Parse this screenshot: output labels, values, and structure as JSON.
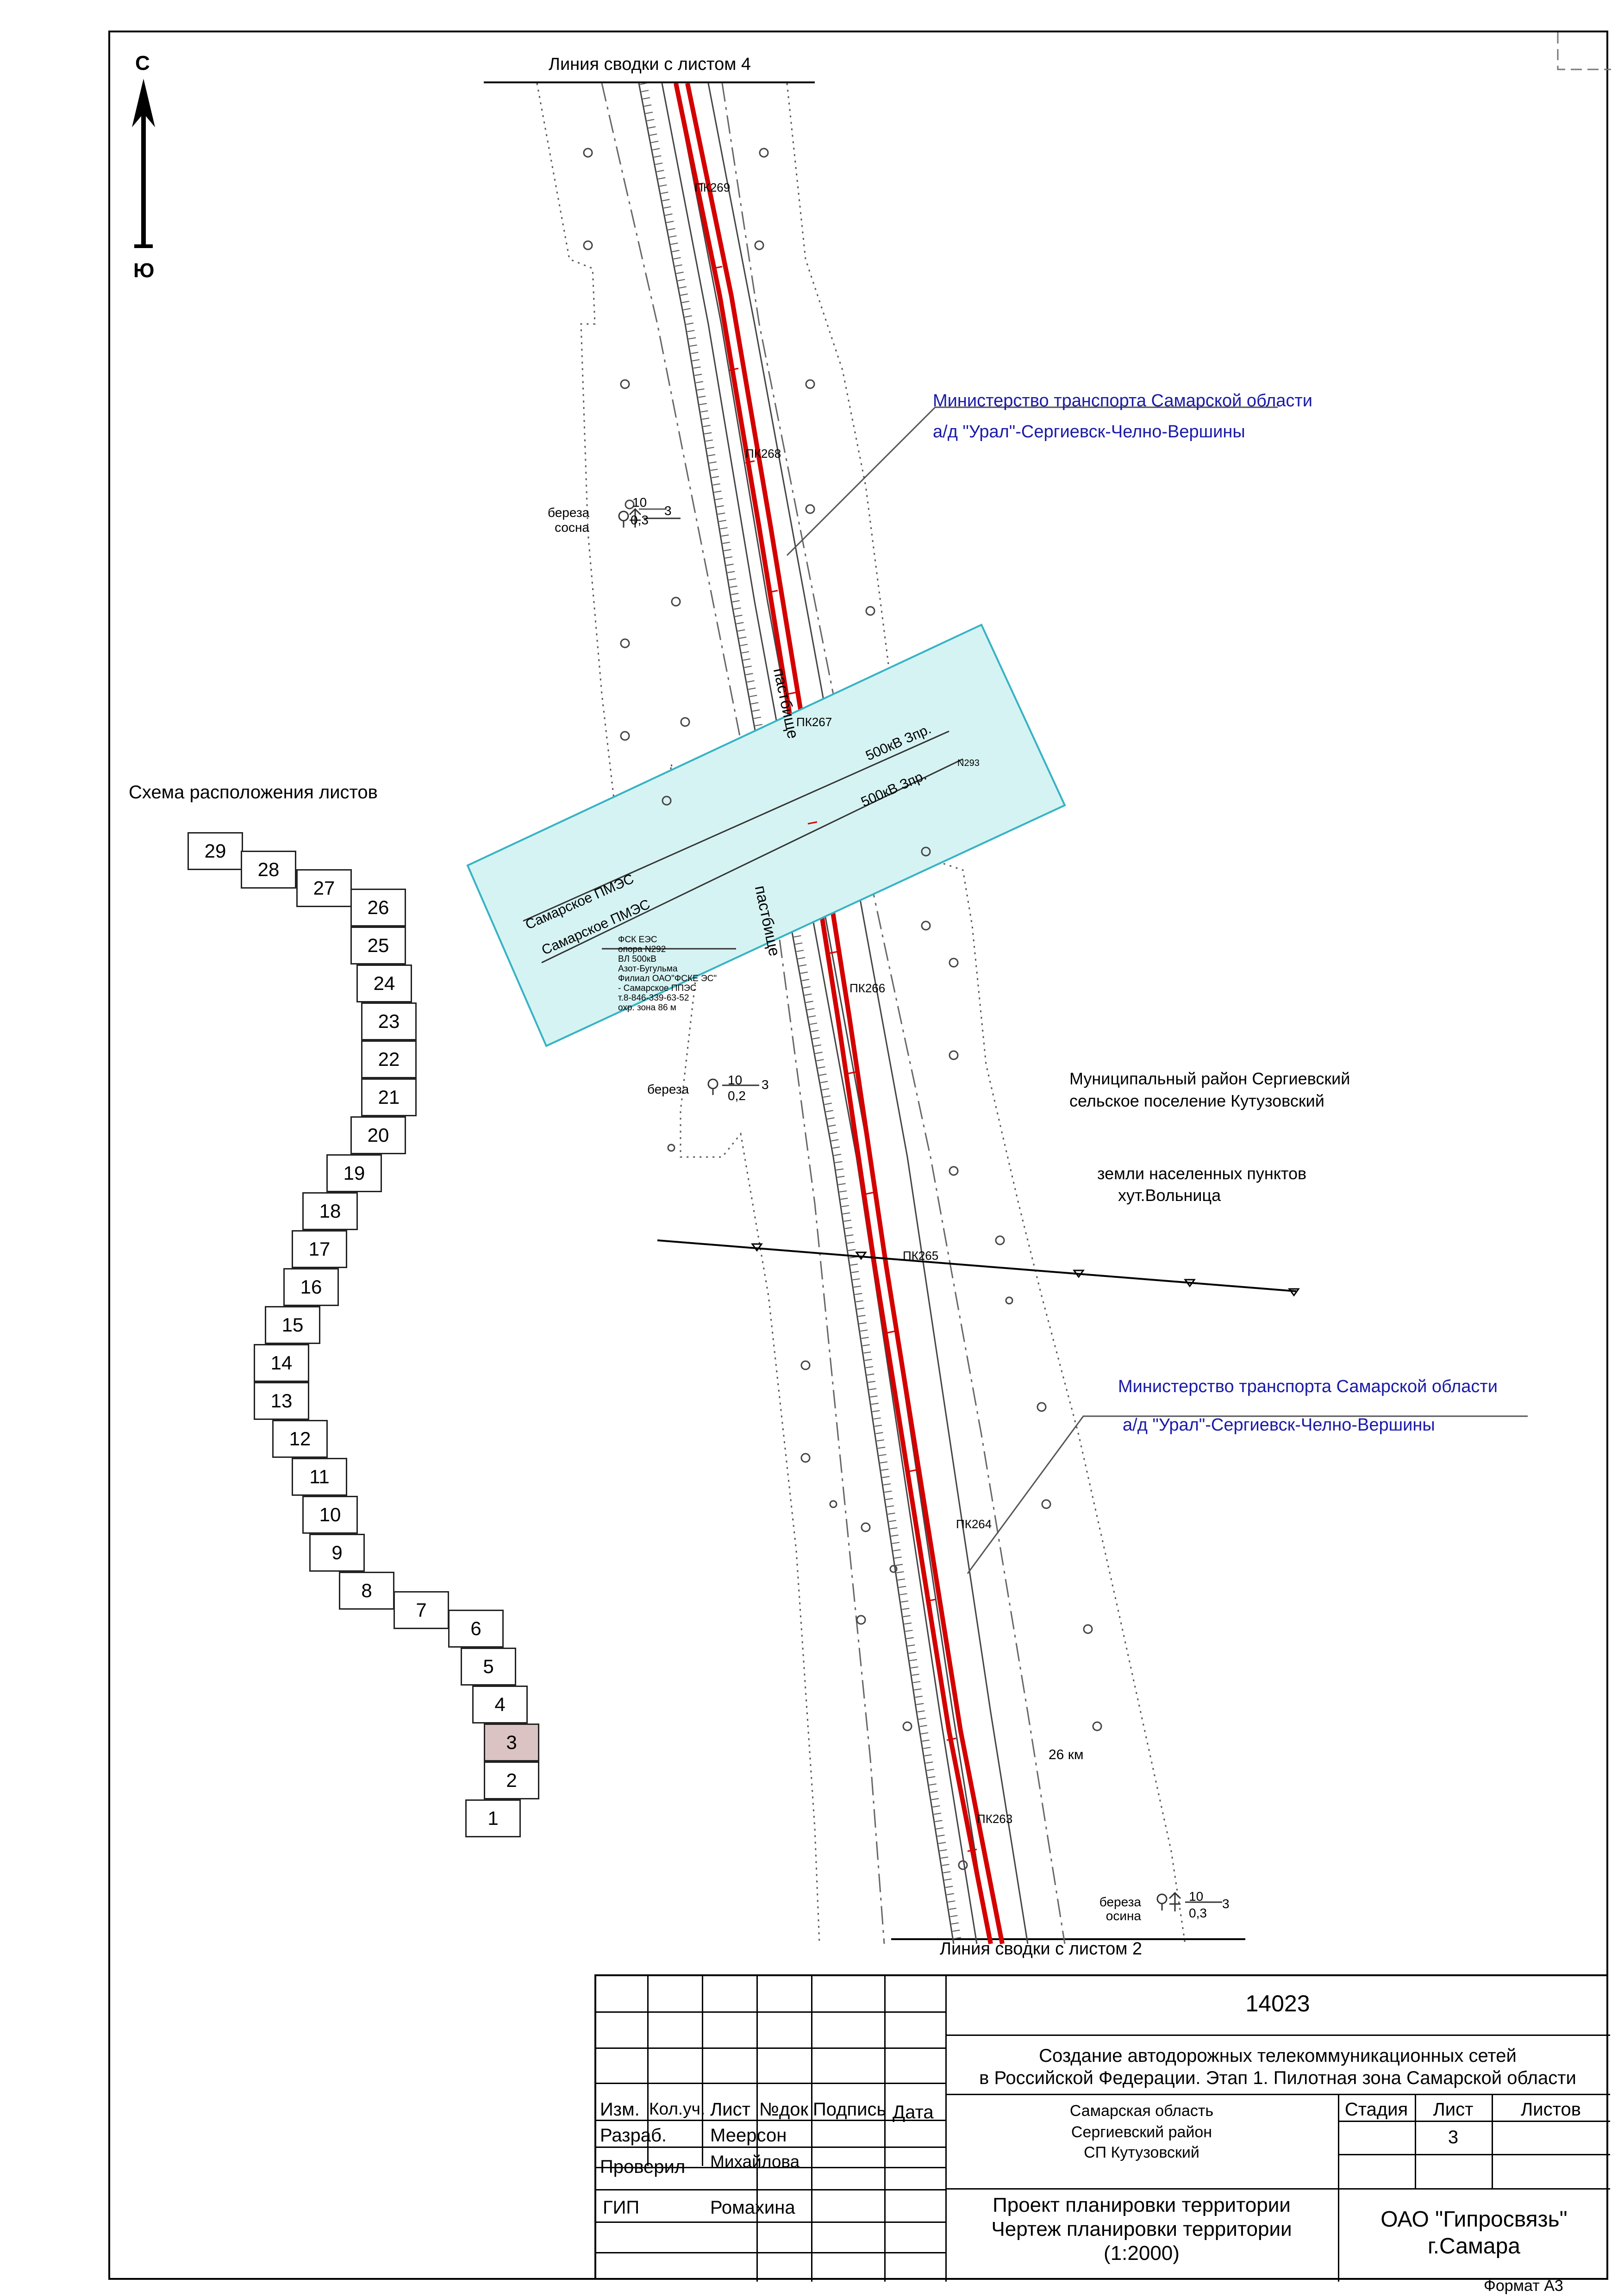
{
  "compass": {
    "north": "С",
    "south": "Ю"
  },
  "match_lines": {
    "top": "Линия сводки с листом 4",
    "bottom": "Линия сводки с листом 2"
  },
  "map_labels": {
    "owner_top_1": "Министерство транспорта Самарской области",
    "owner_top_2": "а/д \"Урал\"-Сергиевск-Челно-Вершины",
    "owner_bottom_1": "Министерство транспорта Самарской области",
    "owner_bottom_2": "а/д \"Урал\"-Сергиевск-Челно-Вершины",
    "district_1": "Муниципальный район Сергиевский",
    "district_2": "сельское поселение Кутузовский",
    "lands_1": "земли населенных пунктов",
    "lands_2": "хут.Вольница",
    "pasture_1": "пастбище",
    "pasture_2": "пастбище",
    "km": "26 км",
    "pk269": "ПК269",
    "pk268": "ПК268",
    "pk267": "ПК267",
    "pk266": "ПК266",
    "pk265": "ПК265",
    "pk264": "ПК264",
    "pk263": "ПК263",
    "line_500_1": "500кВ Зпр.",
    "line_500_2": "500кВ Зпр.",
    "n293": "N293",
    "pmes_1": "Самарское ПМЭС",
    "pmes_2": "Самарское ПМЭС",
    "fsk_note": [
      "ФСК ЕЭС",
      "опора N292",
      "ВЛ 500кВ",
      "Азот-Бугульма",
      "Филиал ОАО\"ФСКЕ ЭС\"",
      "- Самарское ППЭС",
      "т.8-846-339-63-52",
      "охр. зона 86 м"
    ]
  },
  "trees": [
    {
      "species": [
        "береза",
        "сосна"
      ],
      "height": "10",
      "diameter": "0,3",
      "distance": "3"
    },
    {
      "species": [
        "береза"
      ],
      "height": "10",
      "diameter": "0,2",
      "distance": "3"
    },
    {
      "species": [
        "береза",
        "осина"
      ],
      "height": "10",
      "diameter": "0,3",
      "distance": "3"
    }
  ],
  "scheme": {
    "title": "Схема расположения листов",
    "current_sheet": "3",
    "sheets": [
      "29",
      "28",
      "27",
      "26",
      "25",
      "24",
      "23",
      "22",
      "21",
      "20",
      "19",
      "18",
      "17",
      "16",
      "15",
      "14",
      "13",
      "12",
      "11",
      "10",
      "9",
      "8",
      "7",
      "6",
      "5",
      "4",
      "3",
      "2",
      "1"
    ]
  },
  "colors": {
    "route": "#d40000",
    "zone_fill": "#d6f3f3",
    "zone_stroke": "#36b3c4",
    "owner_text": "#1a1aa8"
  },
  "stamp": {
    "code": "14023",
    "project_1": "Создание автодорожных телекоммуникационных сетей",
    "project_2": "в Российской Федерации. Этап 1. Пилотная зона Самарской области",
    "headers": [
      "Изм.",
      "Кол.уч.",
      "Лист",
      "№док",
      "Подпись",
      "Дата"
    ],
    "roles": [
      {
        "role": "Разраб.",
        "name": "Меерсон"
      },
      {
        "role": "Проверил",
        "name": "Михайлова"
      },
      {
        "role": "ГИП",
        "name": "Ромахина"
      }
    ],
    "location": [
      "Самарская область",
      "Сергиевский район",
      "СП Кутузовский"
    ],
    "stage_label": "Стадия",
    "sheet_label": "Лист",
    "sheets_label": "Листов",
    "sheet_value": "3",
    "title": [
      "Проект планировки территории",
      "Чертеж планировки территории",
      "(1:2000)"
    ],
    "org": [
      "ОАО \"Гипросвязь\"",
      "г.Самара"
    ],
    "format": "Формат А3"
  }
}
